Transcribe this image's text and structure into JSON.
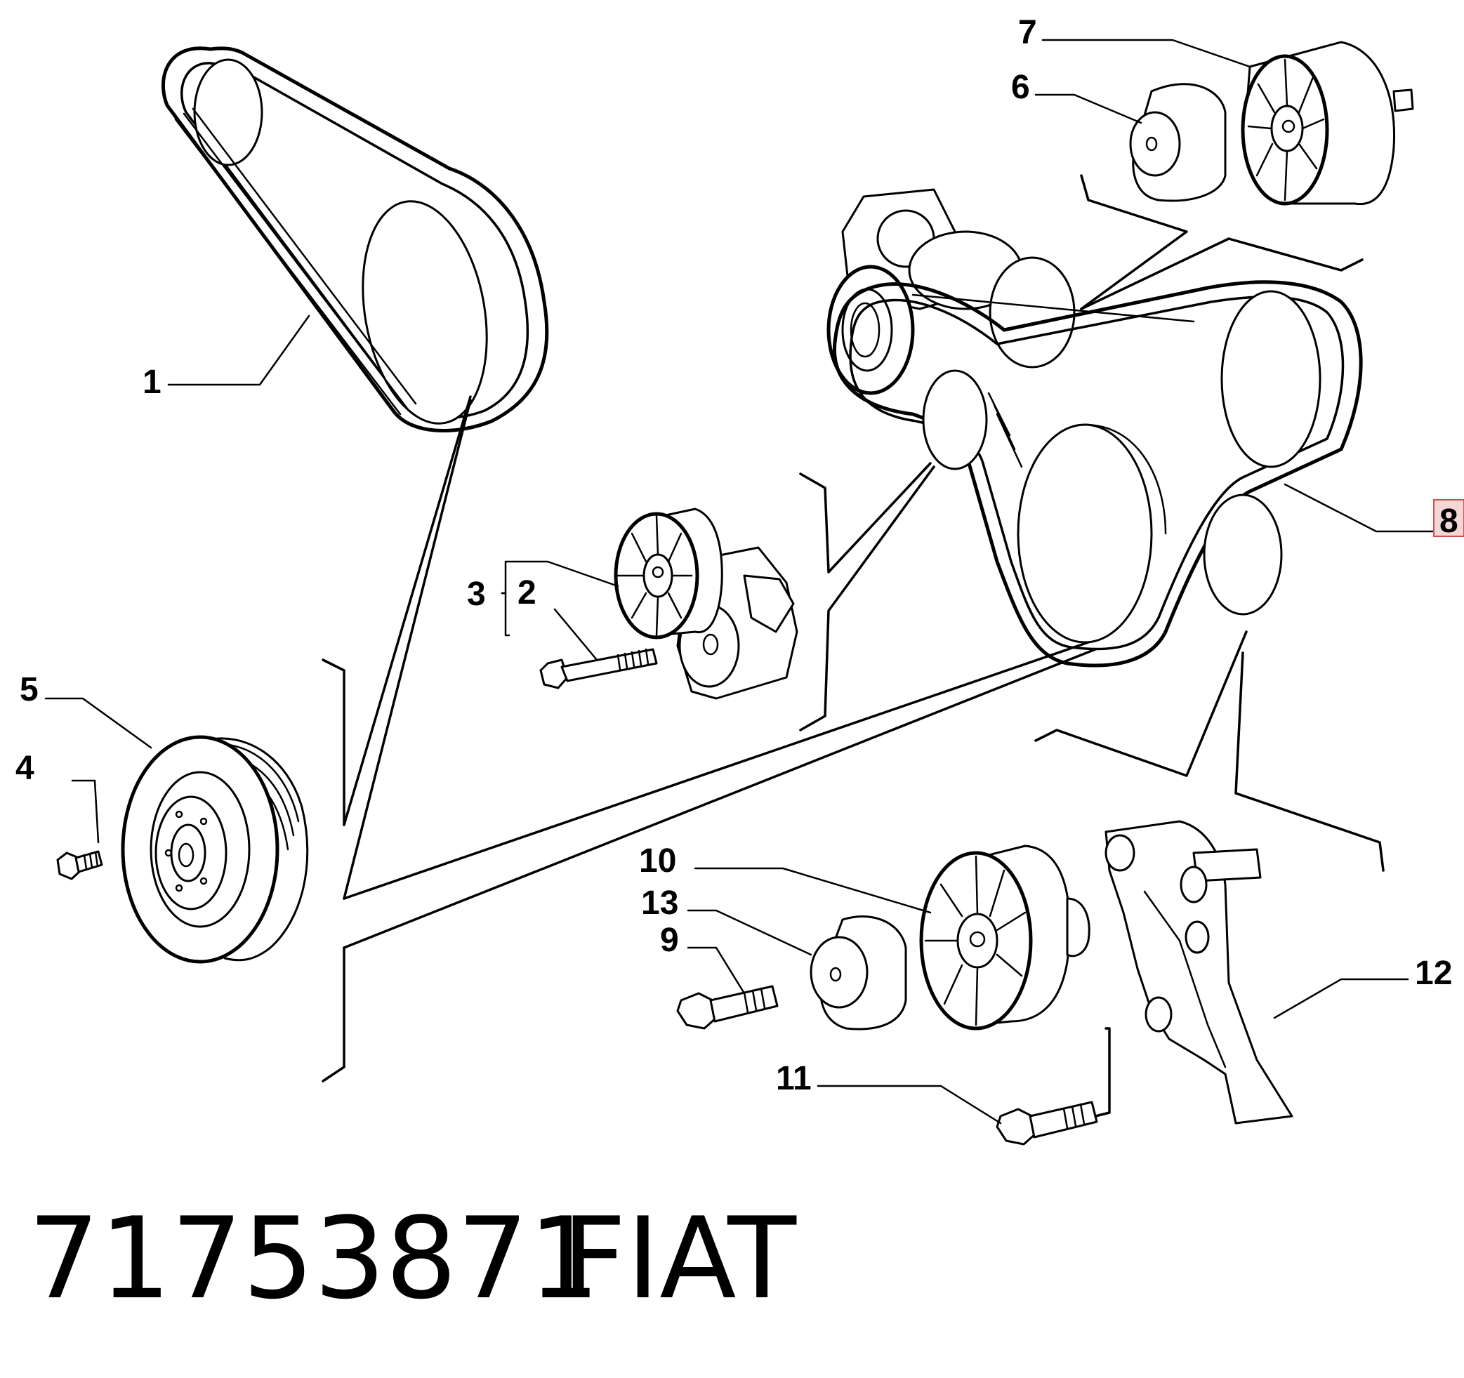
{
  "diagram": {
    "callouts": [
      {
        "id": "1",
        "text": "1"
      },
      {
        "id": "2",
        "text": "2"
      },
      {
        "id": "3",
        "text": "3"
      },
      {
        "id": "4",
        "text": "4"
      },
      {
        "id": "5",
        "text": "5"
      },
      {
        "id": "6",
        "text": "6"
      },
      {
        "id": "7",
        "text": "7"
      },
      {
        "id": "8",
        "text": "8"
      },
      {
        "id": "9",
        "text": "9"
      },
      {
        "id": "10",
        "text": "10"
      },
      {
        "id": "11",
        "text": "11"
      },
      {
        "id": "12",
        "text": "12"
      },
      {
        "id": "13",
        "text": "13"
      }
    ],
    "highlighted_callout": "8",
    "highlight_color": "#d05050"
  },
  "footer": {
    "part_number": "71753871",
    "brand": "FIAT"
  }
}
